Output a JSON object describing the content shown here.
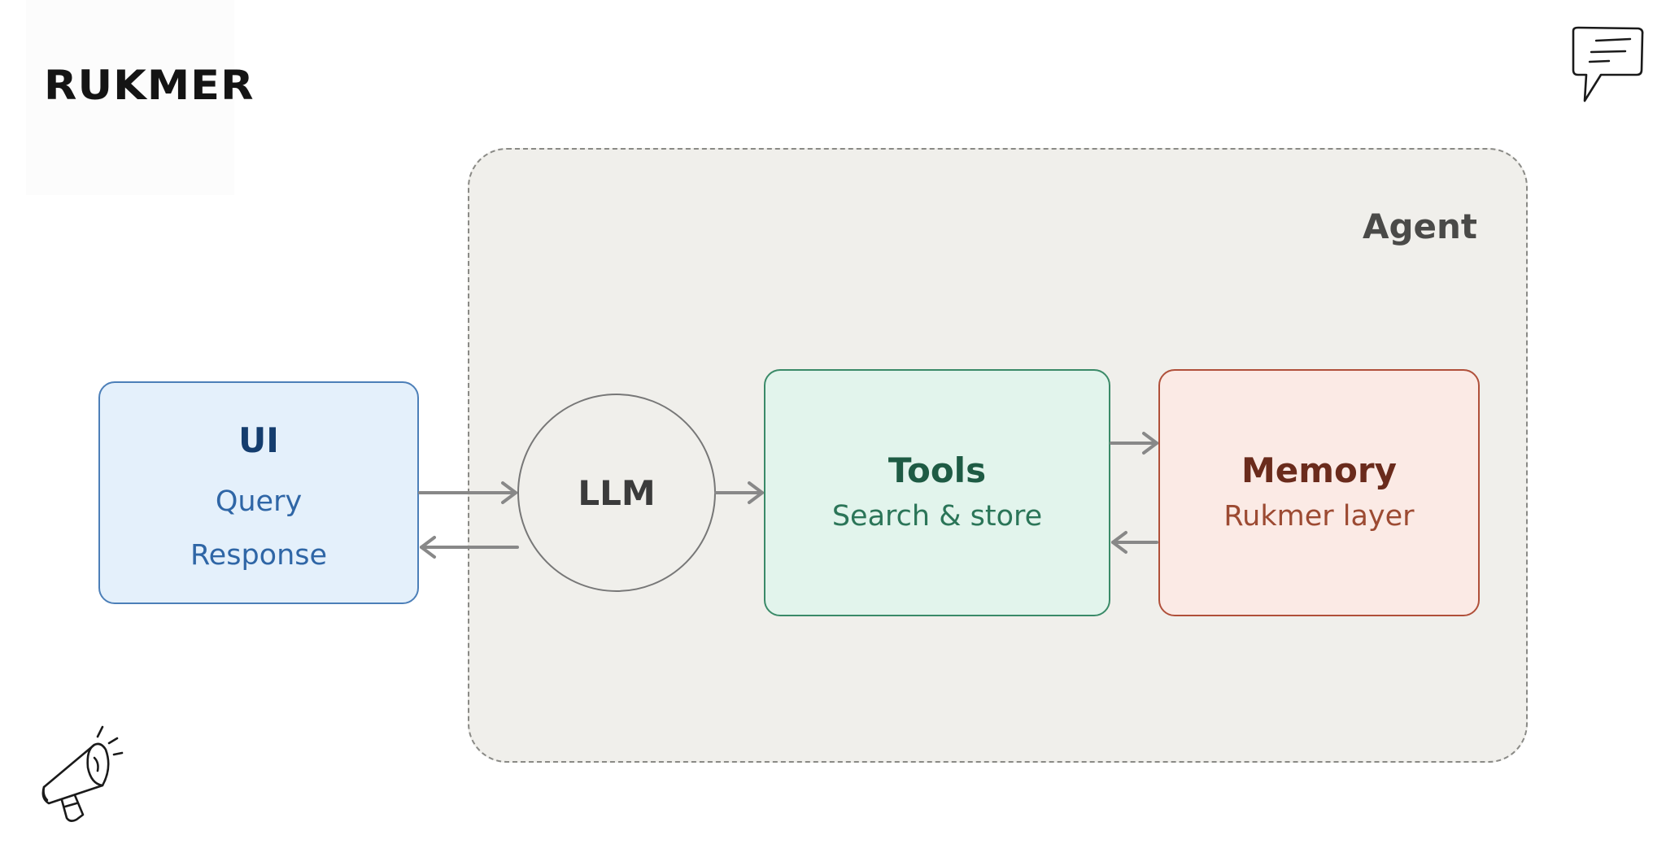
{
  "logo": {
    "text": "RUKMER"
  },
  "diagram": {
    "agent_label": "Agent",
    "ui": {
      "title": "UI",
      "lines": [
        "Query",
        "Response"
      ]
    },
    "llm": {
      "title": "LLM"
    },
    "tools": {
      "title": "Tools",
      "subtitle": "Search & store"
    },
    "memory": {
      "title": "Memory",
      "subtitle": "Rukmer layer"
    }
  },
  "icons": {
    "top_right": "chat-bubble-icon",
    "bottom_left": "megaphone-icon"
  },
  "colors": {
    "ui_fill": "#e4f0fb",
    "ui_border": "#4c7fb8",
    "tools_fill": "#e2f4ec",
    "tools_border": "#3a8a68",
    "memory_fill": "#fbeae5",
    "memory_border": "#b0503a",
    "agent_fill": "#f0efeb",
    "arrow": "#888888"
  }
}
